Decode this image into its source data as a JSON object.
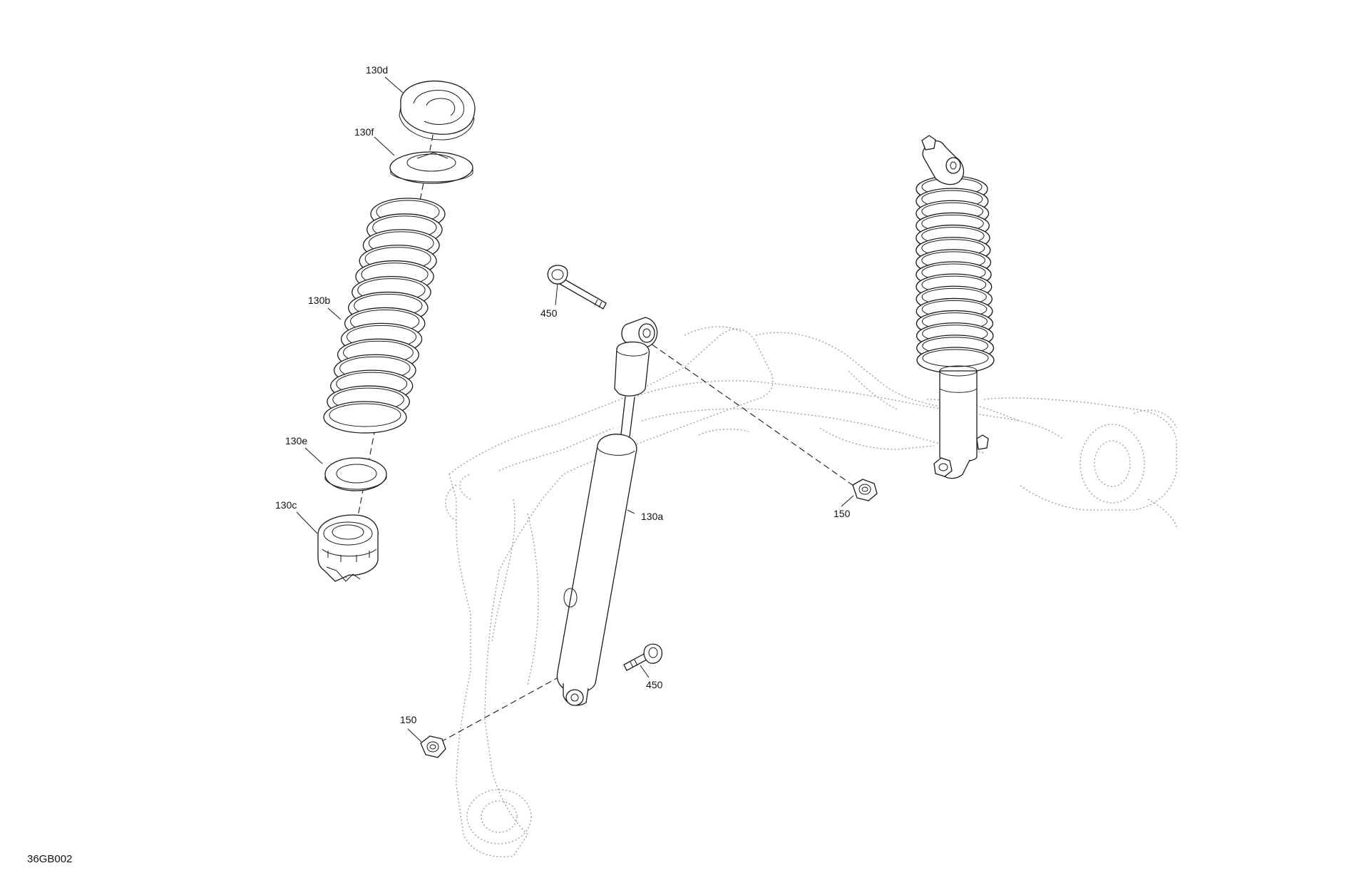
{
  "figure_id": "36GB002",
  "callouts": {
    "p130d": "130d",
    "p130f": "130f",
    "p130b": "130b",
    "p130e": "130e",
    "p130c": "130c",
    "p130a": "130a",
    "p450_top": "450",
    "p450_bottom": "450",
    "p150_right": "150",
    "p150_left": "150"
  },
  "colors": {
    "line": "#1a1a1a",
    "ghost": "#9a9a9a",
    "background": "#ffffff"
  }
}
